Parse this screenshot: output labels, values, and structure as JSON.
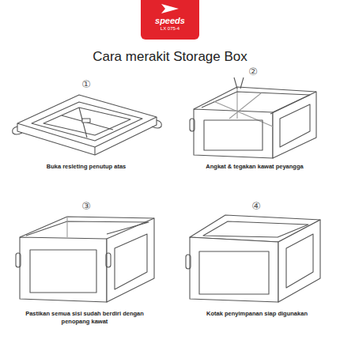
{
  "diagram": {
    "title": "Cara merakit Storage Box",
    "nodes": [
      {
        "text": [
          "speeds",
          "LX 075-4"
        ]
      }
    ],
    "labels": [
      "①",
      "②",
      "Buka resleting penutup atas",
      "Angkat & tegakan kawat peyangga",
      "③",
      "④",
      "Pastikan semua sisi sudah berdiri dengan penopang kawat",
      "Kotak penyimpanan siap digunakan"
    ]
  }
}
